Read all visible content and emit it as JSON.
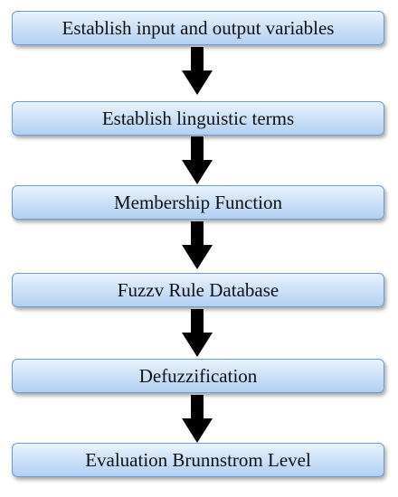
{
  "flowchart": {
    "steps": [
      {
        "label": "Establish input and output variables"
      },
      {
        "label": "Establish linguistic terms"
      },
      {
        "label": "Membership Function"
      },
      {
        "label": "Fuzzv Rule Database"
      },
      {
        "label": "Defuzzification"
      },
      {
        "label": "Evaluation Brunnstrom Level"
      }
    ]
  },
  "colors": {
    "box_border": "#6f9bd3",
    "box_fill_top": "#eaf3fd",
    "box_fill_bottom": "#b3d0f2",
    "arrow": "#000000",
    "text": "#111111"
  }
}
